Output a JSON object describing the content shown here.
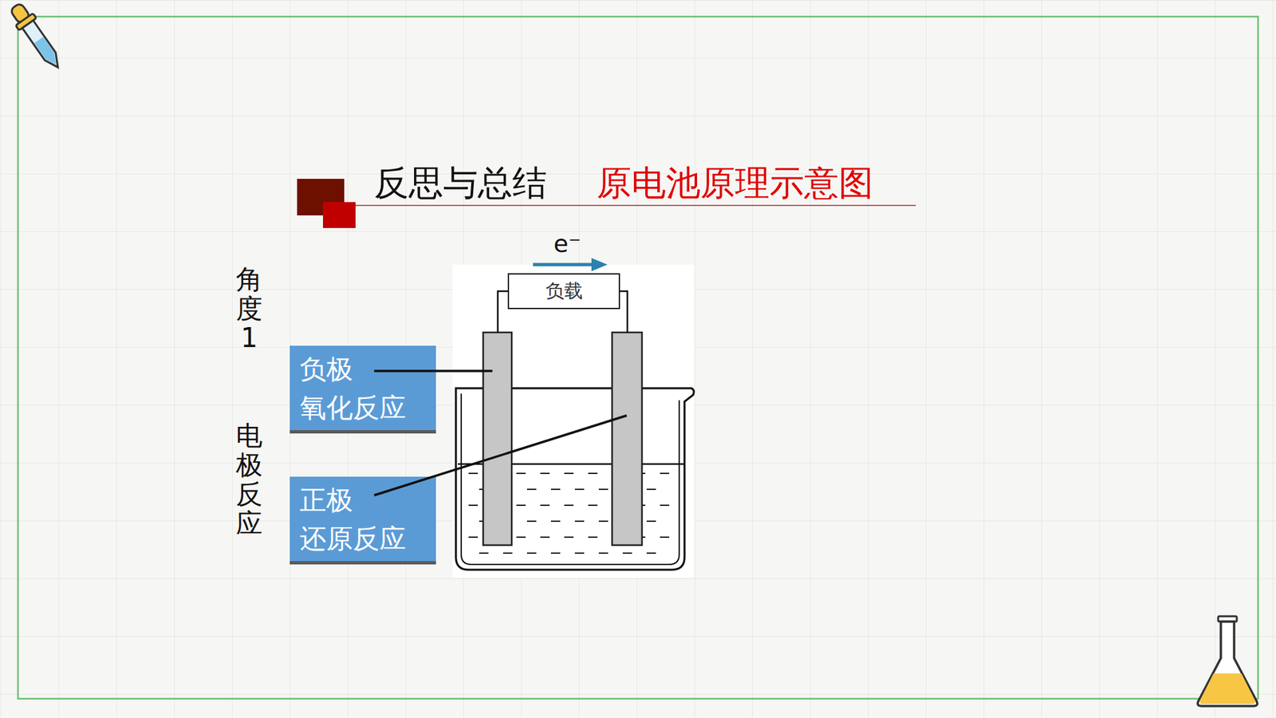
{
  "diagram": {
    "title": "反思与总结",
    "nodes": [
      {
        "text": [
          "负载"
        ]
      },
      {
        "text": [
          "负极",
          "氧化反应"
        ]
      },
      {
        "text": [
          "正极",
          "还原反应"
        ]
      }
    ],
    "labels": [
      "原电池原理示意图",
      "e⁻",
      "角度1",
      "电极反应"
    ]
  }
}
